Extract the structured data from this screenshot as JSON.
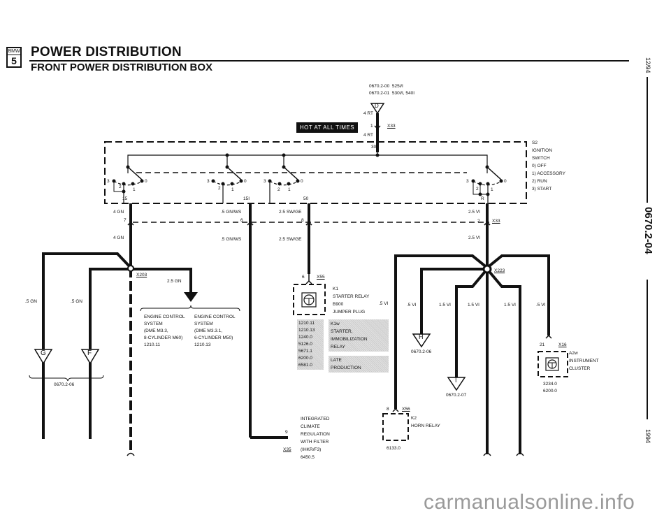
{
  "header": {
    "logo_top": "BMW",
    "logo_series": "5",
    "title": "POWER DISTRIBUTION",
    "subtitle": "FRONT POWER DISTRIBUTION BOX"
  },
  "side_strip": {
    "date": "12/94",
    "page_code": "0670.2-04",
    "year": "1994"
  },
  "source": {
    "ref1_code": "0670.2-00",
    "ref1_models": "525i/I",
    "ref2_code": "0670.2-01",
    "ref2_models": "530i/I, 540I",
    "connector_letter": "D",
    "wire_upper": "4 RT",
    "pin": "1",
    "connector": "X33",
    "wire_lower": "4 RT",
    "terminal": "30",
    "hot_label": "HOT AT ALL TIMES"
  },
  "ignition_switch": {
    "id": "S2",
    "name_line1": "IGNITION",
    "name_line2": "SWITCH",
    "positions": [
      "0)  OFF",
      "1)  ACCESSORY",
      "2)  RUN",
      "3)  START"
    ],
    "contact_labels": {
      "p0": "0",
      "p1": "1",
      "p2": "2",
      "p3": "3"
    },
    "terminals": [
      "15",
      "15I",
      "50",
      "R"
    ]
  },
  "wires": {
    "w15_upper": "4 GN",
    "w15_pin": "7",
    "w15_lower": "4 GN",
    "w15i_upper": ".5 GN/WS",
    "w15i_pin": "6",
    "w15i_lower": ".5 GN/WS",
    "w50_upper": "2.5 SW/GE",
    "w50_pin": "8",
    "w50_lower": "2.5 SW/GE",
    "wR_upper": "2.5 VI",
    "wR_pin": "2",
    "wR_connector": "X33",
    "wR_lower": "2.5 VI"
  },
  "left_branch": {
    "splice": "X203",
    "wire_g": ".5 GN",
    "wire_f": ".5 GN",
    "connector_g": "G",
    "connector_f": "F",
    "ref": "0670.2-06",
    "ecs_wire": "2.5 GN",
    "ecs1": [
      "ENGINE CONTROL",
      "SYSTEM",
      "(DME M3.3,",
      "8-CYLINDER M60)",
      "1210.11"
    ],
    "ecs2": [
      "ENGINE CONTROL",
      "SYSTEM",
      "(DME M3.3.1,",
      "6-CYLINDER M50)",
      "1210.13"
    ]
  },
  "starter_relay": {
    "pin": "6",
    "connector": "X55",
    "lines": [
      "K1",
      "STARTER RELAY",
      "B900",
      "JUMPER PLUG"
    ],
    "refs": [
      "1210.11",
      "1210.13",
      "1240.0",
      "5126.0",
      "5671.1",
      "6200.0",
      "6581.0"
    ],
    "late_lines": [
      "K1w",
      "STARTER,",
      "IMMOBILIZATION",
      "RELAY"
    ],
    "late_note": [
      "LATE",
      "PRODUCTION"
    ],
    "side_wire": ".5 VI"
  },
  "icr": {
    "pin": "9",
    "connector": "X35",
    "lines": [
      "INTEGRATED",
      "CLIMATE",
      "REGULATION",
      "WITH FILTER",
      "(IHKR/F3)",
      "6450.5"
    ]
  },
  "right_branch": {
    "splice": "X223",
    "wire_labels": [
      ".5 VI",
      "1.5 VI",
      "1.5 VI",
      "1.5 VI",
      ".5 VI"
    ],
    "connector_h": "H",
    "ref_h": "0670.2-06",
    "connector_i": "I",
    "ref_i": "0670.2-07"
  },
  "horn_relay": {
    "pin": "8",
    "connector": "X56",
    "lines": [
      "K2",
      "HORN RELAY"
    ],
    "ref": "6133.0"
  },
  "instrument_cluster": {
    "pin": "21",
    "connector": "X16",
    "lines": [
      "A2w",
      "INSTRUMENT",
      "CLUSTER"
    ],
    "refs": [
      "3234.0",
      "6200.0"
    ]
  },
  "watermark": "carmanualsonline.info"
}
